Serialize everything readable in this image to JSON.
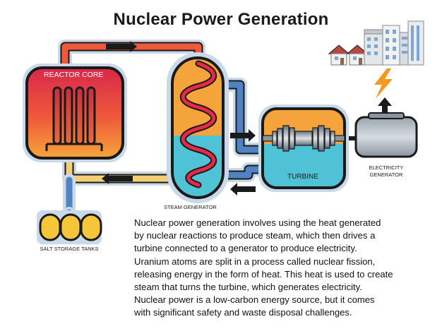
{
  "title": "Nuclear Power Generation",
  "labels": {
    "reactor_core": "REACTOR CORE",
    "steam_generator": "STEAM GENERATOR",
    "turbine": "TURBINE",
    "electricity_generator_line1": "ELECTRICITY",
    "electricity_generator_line2": "GENERATOR",
    "salt_storage_tanks": "SALT STORAGE TANKS"
  },
  "description_lines": [
    "Nuclear power generation involves using the heat generated",
    "by nuclear reactions to produce steam, which then drives a",
    "turbine connected to a generator to produce electricity.",
    "Uranium atoms are split in a process called nuclear fission,",
    "releasing energy in the form of heat. This heat is used to create",
    "steam that turns the turbine, which generates electricity.",
    "Nuclear power is a low-carbon energy source, but it comes",
    "with significant safety and waste disposal challenges."
  ],
  "colors": {
    "pipe_outline": "#c9d9e8",
    "hot_pipe": "#ef5a3c",
    "cold_pipe": "#4f83c2",
    "return_pipe": "#f4cf78",
    "tank_fill": "#f6c63a",
    "turbine_water": "#4fc2d6",
    "turbine_steam": "#f4a43a",
    "lightning": "#f39a1e",
    "outline": "#1a1a1a"
  },
  "icons": [
    "lightning-bolt-icon",
    "up-arrow-icon",
    "flow-arrow-icon",
    "house-icon",
    "building-icon"
  ]
}
